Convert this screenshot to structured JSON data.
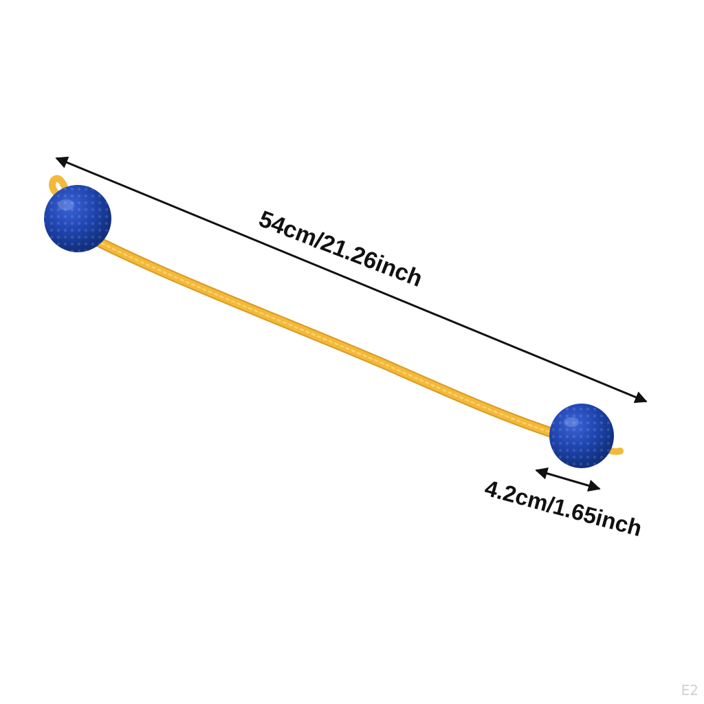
{
  "image": {
    "background_color": "#ffffff",
    "colors": {
      "ball": "#1f45b0",
      "ball_dark": "#12307f",
      "rope": "#f2b93a",
      "rope_dark": "#d99a24",
      "arrow": "#111111"
    }
  },
  "dimensions": {
    "length_label": "54cm/21.26inch",
    "ball_diameter_label": "4.2cm/1.65inch"
  },
  "watermark": "E2"
}
